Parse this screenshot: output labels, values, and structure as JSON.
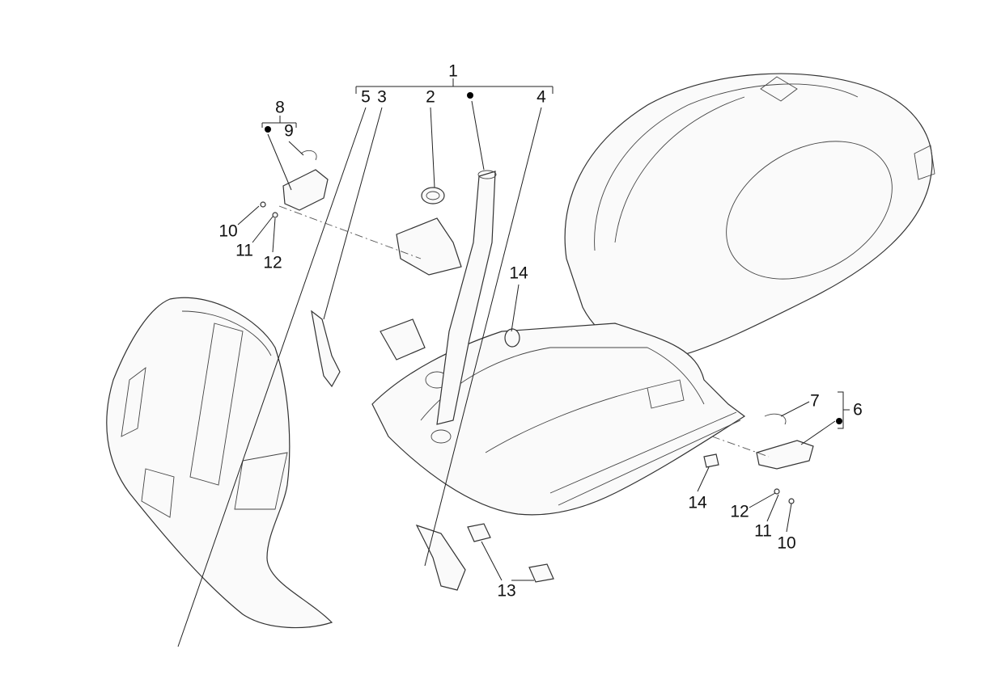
{
  "diagram": {
    "title": "Frame / bodywork exploded view",
    "callouts": [
      {
        "id": "c1",
        "text": "1"
      },
      {
        "id": "c5",
        "text": "5"
      },
      {
        "id": "c3",
        "text": "3"
      },
      {
        "id": "c2",
        "text": "2"
      },
      {
        "id": "c4",
        "text": "4"
      },
      {
        "id": "c8",
        "text": "8"
      },
      {
        "id": "c9",
        "text": "9"
      },
      {
        "id": "c10a",
        "text": "10"
      },
      {
        "id": "c11a",
        "text": "11"
      },
      {
        "id": "c12a",
        "text": "12"
      },
      {
        "id": "c14a",
        "text": "14"
      },
      {
        "id": "c7",
        "text": "7"
      },
      {
        "id": "c6",
        "text": "6"
      },
      {
        "id": "c14b",
        "text": "14"
      },
      {
        "id": "c12b",
        "text": "12"
      },
      {
        "id": "c11b",
        "text": "11"
      },
      {
        "id": "c10b",
        "text": "10"
      },
      {
        "id": "c13",
        "text": "13"
      }
    ]
  }
}
